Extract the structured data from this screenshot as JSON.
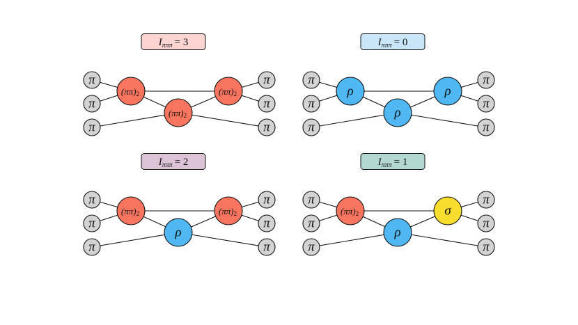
{
  "colors": {
    "pi_node": "#d3d3d3",
    "pipi_node": "#fa7560",
    "rho_node": "#4fb8f2",
    "sigma_node": "#f8dd2e",
    "label_I3": "#fcd5d3",
    "label_I0": "#c8e6f8",
    "label_I2": "#dcc3d6",
    "label_I1": "#b3d8d2"
  },
  "node_labels": {
    "pi": "π",
    "pipi": "(ππ)",
    "pipi_subscript": "2",
    "rho": "ρ",
    "sigma": "σ"
  },
  "panels": [
    {
      "id": "I3",
      "isospin_symbol": "I",
      "isospin_subscript": "πππ",
      "isospin_value": "= 3",
      "label_color_key": "label_I3",
      "mid_left": "pipi",
      "center": "pipi",
      "mid_right": "pipi"
    },
    {
      "id": "I0",
      "isospin_symbol": "I",
      "isospin_subscript": "πππ",
      "isospin_value": "= 0",
      "label_color_key": "label_I0",
      "mid_left": "rho",
      "center": "rho",
      "mid_right": "rho"
    },
    {
      "id": "I2",
      "isospin_symbol": "I",
      "isospin_subscript": "πππ",
      "isospin_value": "= 2",
      "label_color_key": "label_I2",
      "mid_left": "pipi",
      "center": "rho",
      "mid_right": "pipi"
    },
    {
      "id": "I1",
      "isospin_symbol": "I",
      "isospin_subscript": "πππ",
      "isospin_value": "= 1",
      "label_color_key": "label_I1",
      "mid_left": "pipi",
      "center": "rho",
      "mid_right": "sigma"
    }
  ]
}
